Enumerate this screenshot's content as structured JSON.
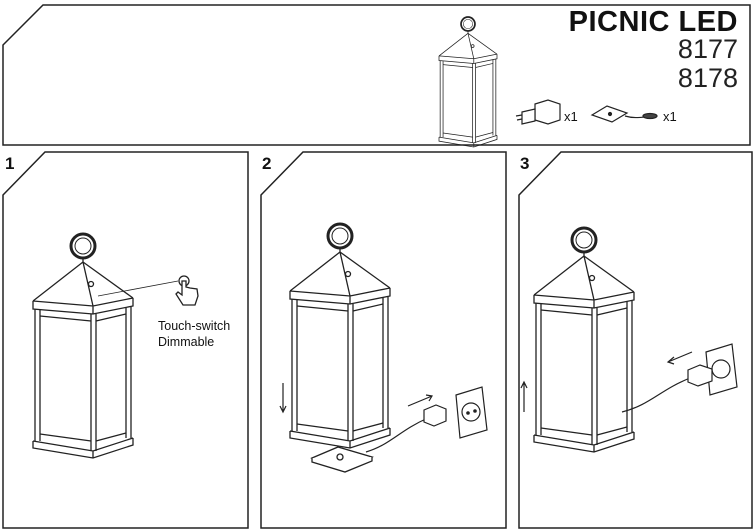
{
  "header": {
    "product_name": "PICNIC LED",
    "codes": [
      "8177",
      "8178"
    ],
    "accessories": [
      {
        "icon": "power-adapter-icon",
        "quantity": "x1"
      },
      {
        "icon": "charging-pad-icon",
        "quantity": "x1"
      }
    ]
  },
  "steps": [
    {
      "number": "1",
      "caption_lines": [
        "Touch-switch",
        "Dimmable"
      ]
    },
    {
      "number": "2"
    },
    {
      "number": "3"
    }
  ]
}
